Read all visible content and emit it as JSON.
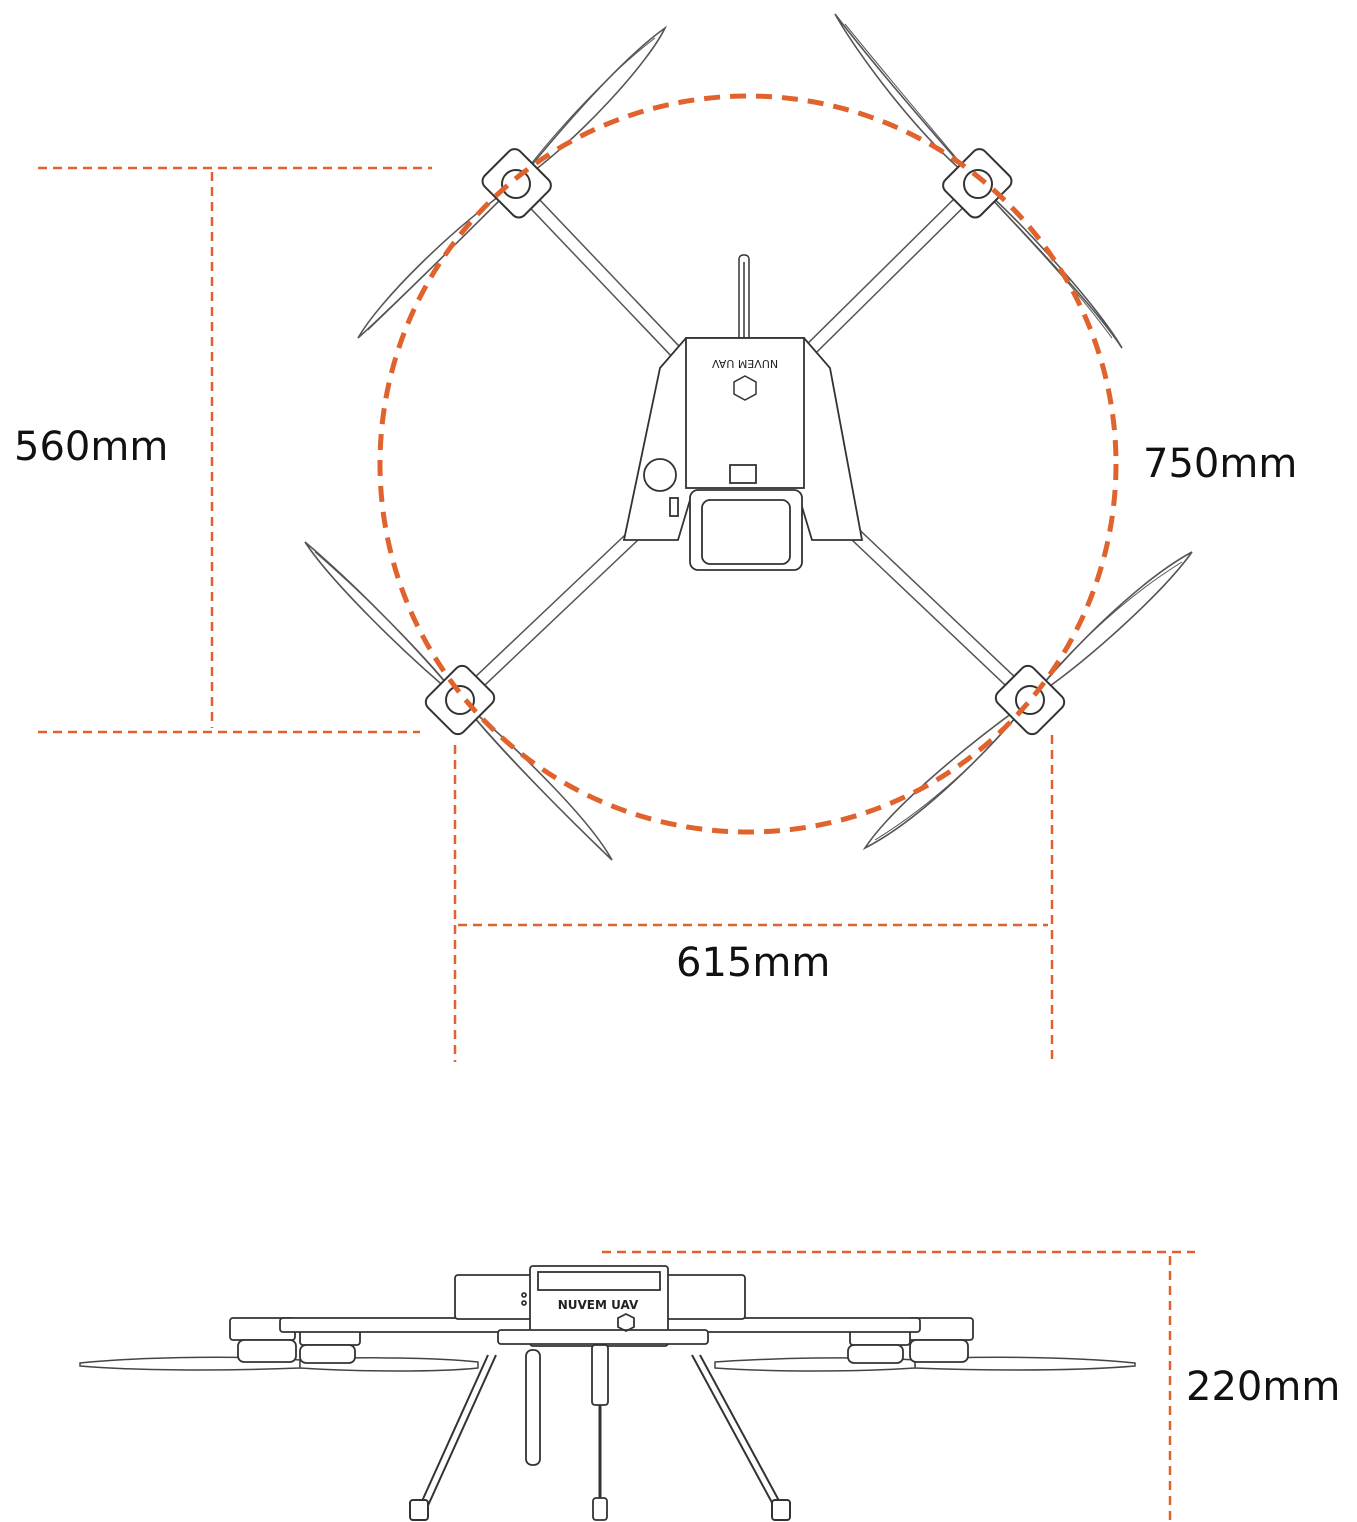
{
  "colors": {
    "dimension_line": "#E0622C",
    "drawing_line": "#333333",
    "label_text": "#111111",
    "background": "#FFFFFF"
  },
  "dimensions": {
    "height_top_view": "560mm",
    "diagonal_wheelbase": "750mm",
    "width_top_view": "615mm",
    "height_side_view": "220mm"
  },
  "branding": {
    "body_logo_side": "NUVEM UAV",
    "body_logo_top": "NUVEM UAV"
  },
  "icons": {
    "drone_top": "quadcopter-top-view-icon",
    "drone_side": "quadcopter-side-view-icon",
    "logo": "nuvem-hexagon-logo-icon"
  }
}
